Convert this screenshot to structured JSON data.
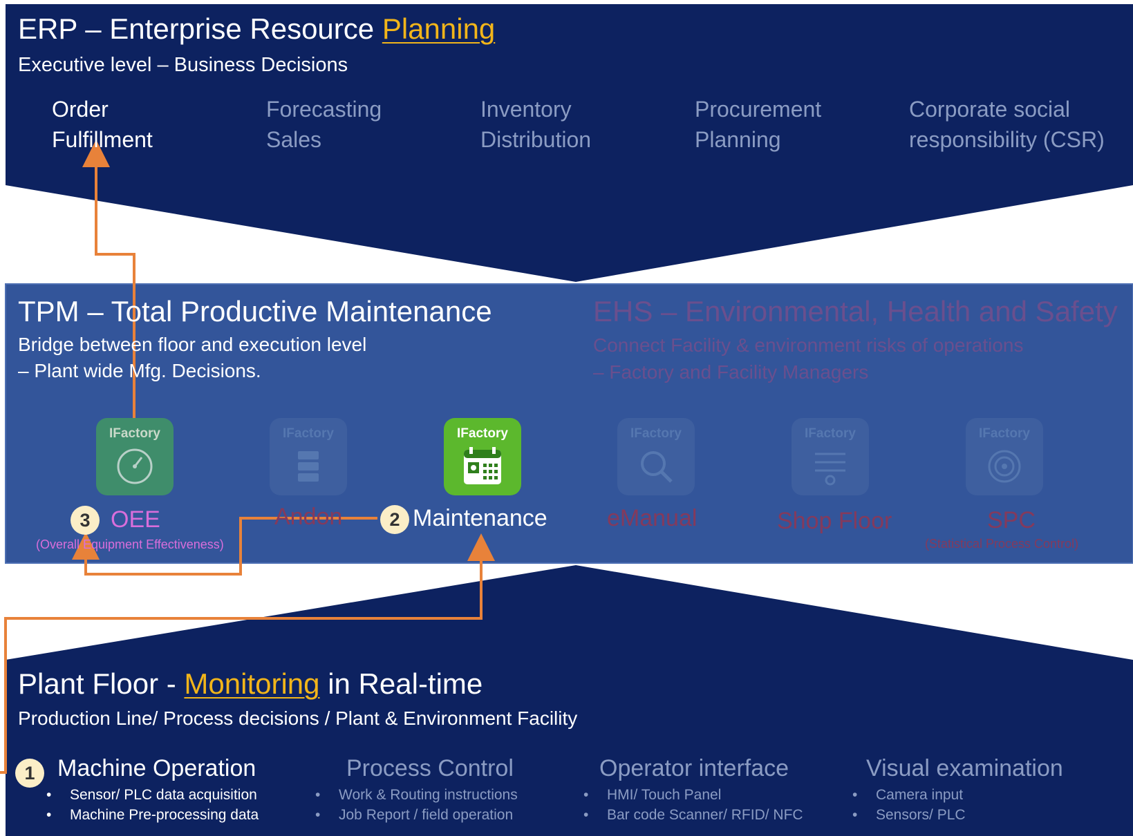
{
  "colors": {
    "navy": "#0d2260",
    "mid_band": "#33559a",
    "accent": "#f2b51a",
    "arrow": "#e8823a",
    "tile_green": "#5cb82d",
    "tile_sage": "#3f8d6b"
  },
  "erp": {
    "title_pre": "ERP – Enterprise Resource ",
    "title_hl": "Planning",
    "subtitle": "Executive level – Business Decisions",
    "items": [
      {
        "label": "Order\nFulfillment",
        "active": true
      },
      {
        "label": "Forecasting\nSales",
        "active": false
      },
      {
        "label": "Inventory\nDistribution",
        "active": false
      },
      {
        "label": "Procurement\nPlanning",
        "active": false
      },
      {
        "label": "Corporate social\nresponsibility (CSR)",
        "active": false
      }
    ]
  },
  "tpm": {
    "title": "TPM – Total Productive Maintenance",
    "sub1": "Bridge between floor and execution level",
    "sub2": "– Plant wide Mfg. Decisions."
  },
  "ehs": {
    "title": "EHS – Environmental, Health and Safety",
    "sub1": "Connect Facility & environment risks of operations",
    "sub2": "– Factory and Facility Managers"
  },
  "modules": {
    "brand": "IFactory",
    "oee": {
      "label": "OEE",
      "desc": "(Overall Equipment Effectiveness)",
      "icon": "gauge-icon",
      "badge": "3"
    },
    "andon": {
      "label": "Andon",
      "icon": "server-stack-icon"
    },
    "maintenance": {
      "label": "Maintenance",
      "icon": "calendar-gear-icon",
      "badge": "2"
    },
    "emanual": {
      "label": "eManual",
      "icon": "magnifier-icon"
    },
    "shopfloor": {
      "label": "Shop Floor",
      "icon": "flow-lines-icon"
    },
    "spc": {
      "label": "SPC",
      "desc": "(Statistical Process Control)",
      "icon": "target-icon"
    }
  },
  "plant": {
    "title_pre": "Plant Floor - ",
    "title_hl": "Monitoring",
    "title_post": " in Real-time",
    "subtitle": "Production Line/ Process decisions / Plant & Environment Facility",
    "badge": "1",
    "categories": [
      {
        "title": "Machine Operation",
        "items": [
          "Sensor/ PLC data acquisition",
          "Machine Pre-processing data"
        ],
        "active": true
      },
      {
        "title": "Process Control",
        "items": [
          "Work & Routing instructions",
          "Job Report / field operation"
        ],
        "active": false
      },
      {
        "title": "Operator interface",
        "items": [
          "HMI/ Touch Panel",
          "Bar code Scanner/ RFID/ NFC"
        ],
        "active": false
      },
      {
        "title": "Visual examination",
        "items": [
          "Camera input",
          "Sensors/ PLC"
        ],
        "active": false
      }
    ]
  }
}
